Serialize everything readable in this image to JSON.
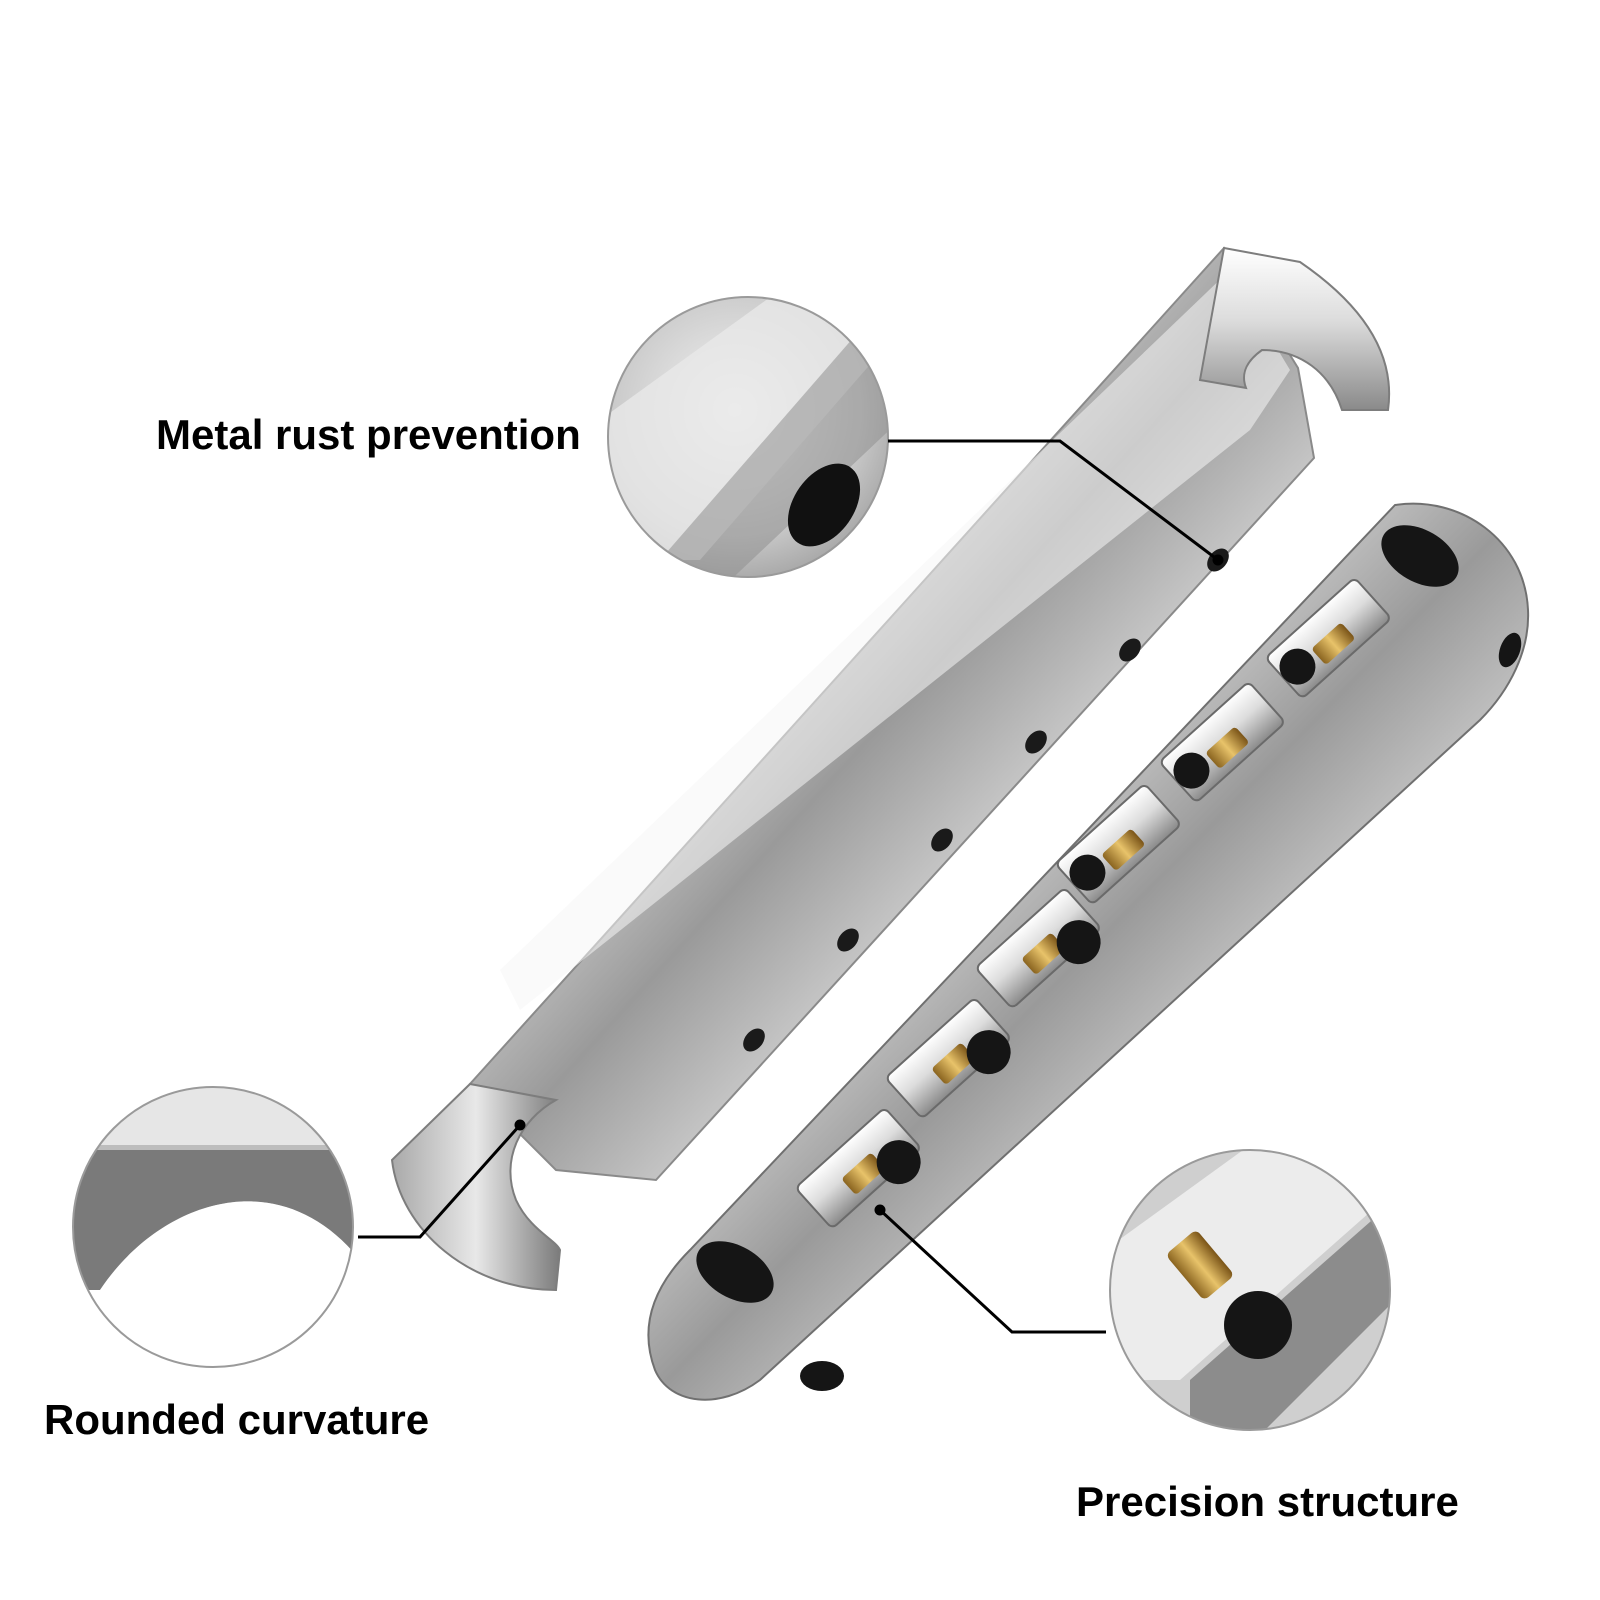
{
  "callouts": {
    "rust_prevention": "Metal rust prevention",
    "rounded_curvature": "Rounded curvature",
    "precision_structure": "Precision structure"
  },
  "colors": {
    "background": "#ffffff",
    "chrome_light": "#f2f2f2",
    "chrome_mid": "#b8b8b8",
    "chrome_dark": "#5a5a5a",
    "brass": "#c8a040",
    "screw_black": "#151515",
    "leader_line": "#000000",
    "text": "#000000"
  },
  "saddles": {
    "count": 6
  }
}
